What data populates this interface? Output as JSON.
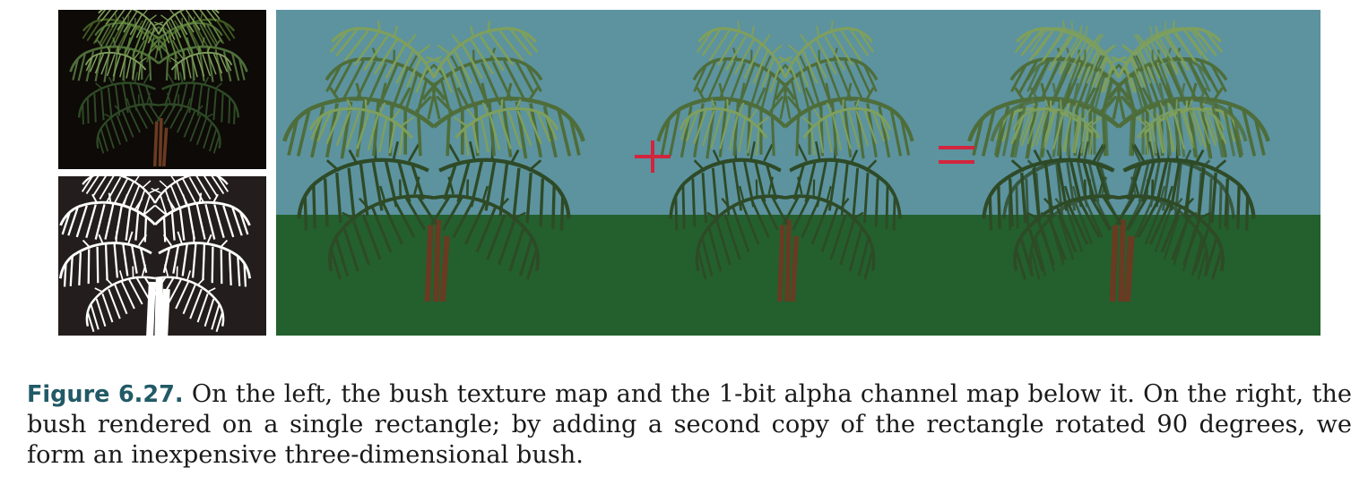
{
  "figure": {
    "label": "Figure 6.27.",
    "caption": "On the left, the bush texture map and the 1-bit alpha channel map below it. On the right, the bush rendered on a single rectangle; by adding a second copy of the rectangle rotated 90 degrees, we form an inexpensive three-dimensional bush."
  },
  "images": {
    "texture_map": {
      "subject": "palm-bush-texture",
      "background": "#0d0a07"
    },
    "alpha_map": {
      "subject": "palm-bush-alpha",
      "background": "#231e1d",
      "foreground": "#ffffff"
    },
    "scene": {
      "sky_color": "#5c939f",
      "ground_color": "#23602d"
    }
  },
  "operators": {
    "plus": "+",
    "equals": "="
  },
  "colors": {
    "operator": "#d3253d",
    "caption_label": "#215a66"
  }
}
